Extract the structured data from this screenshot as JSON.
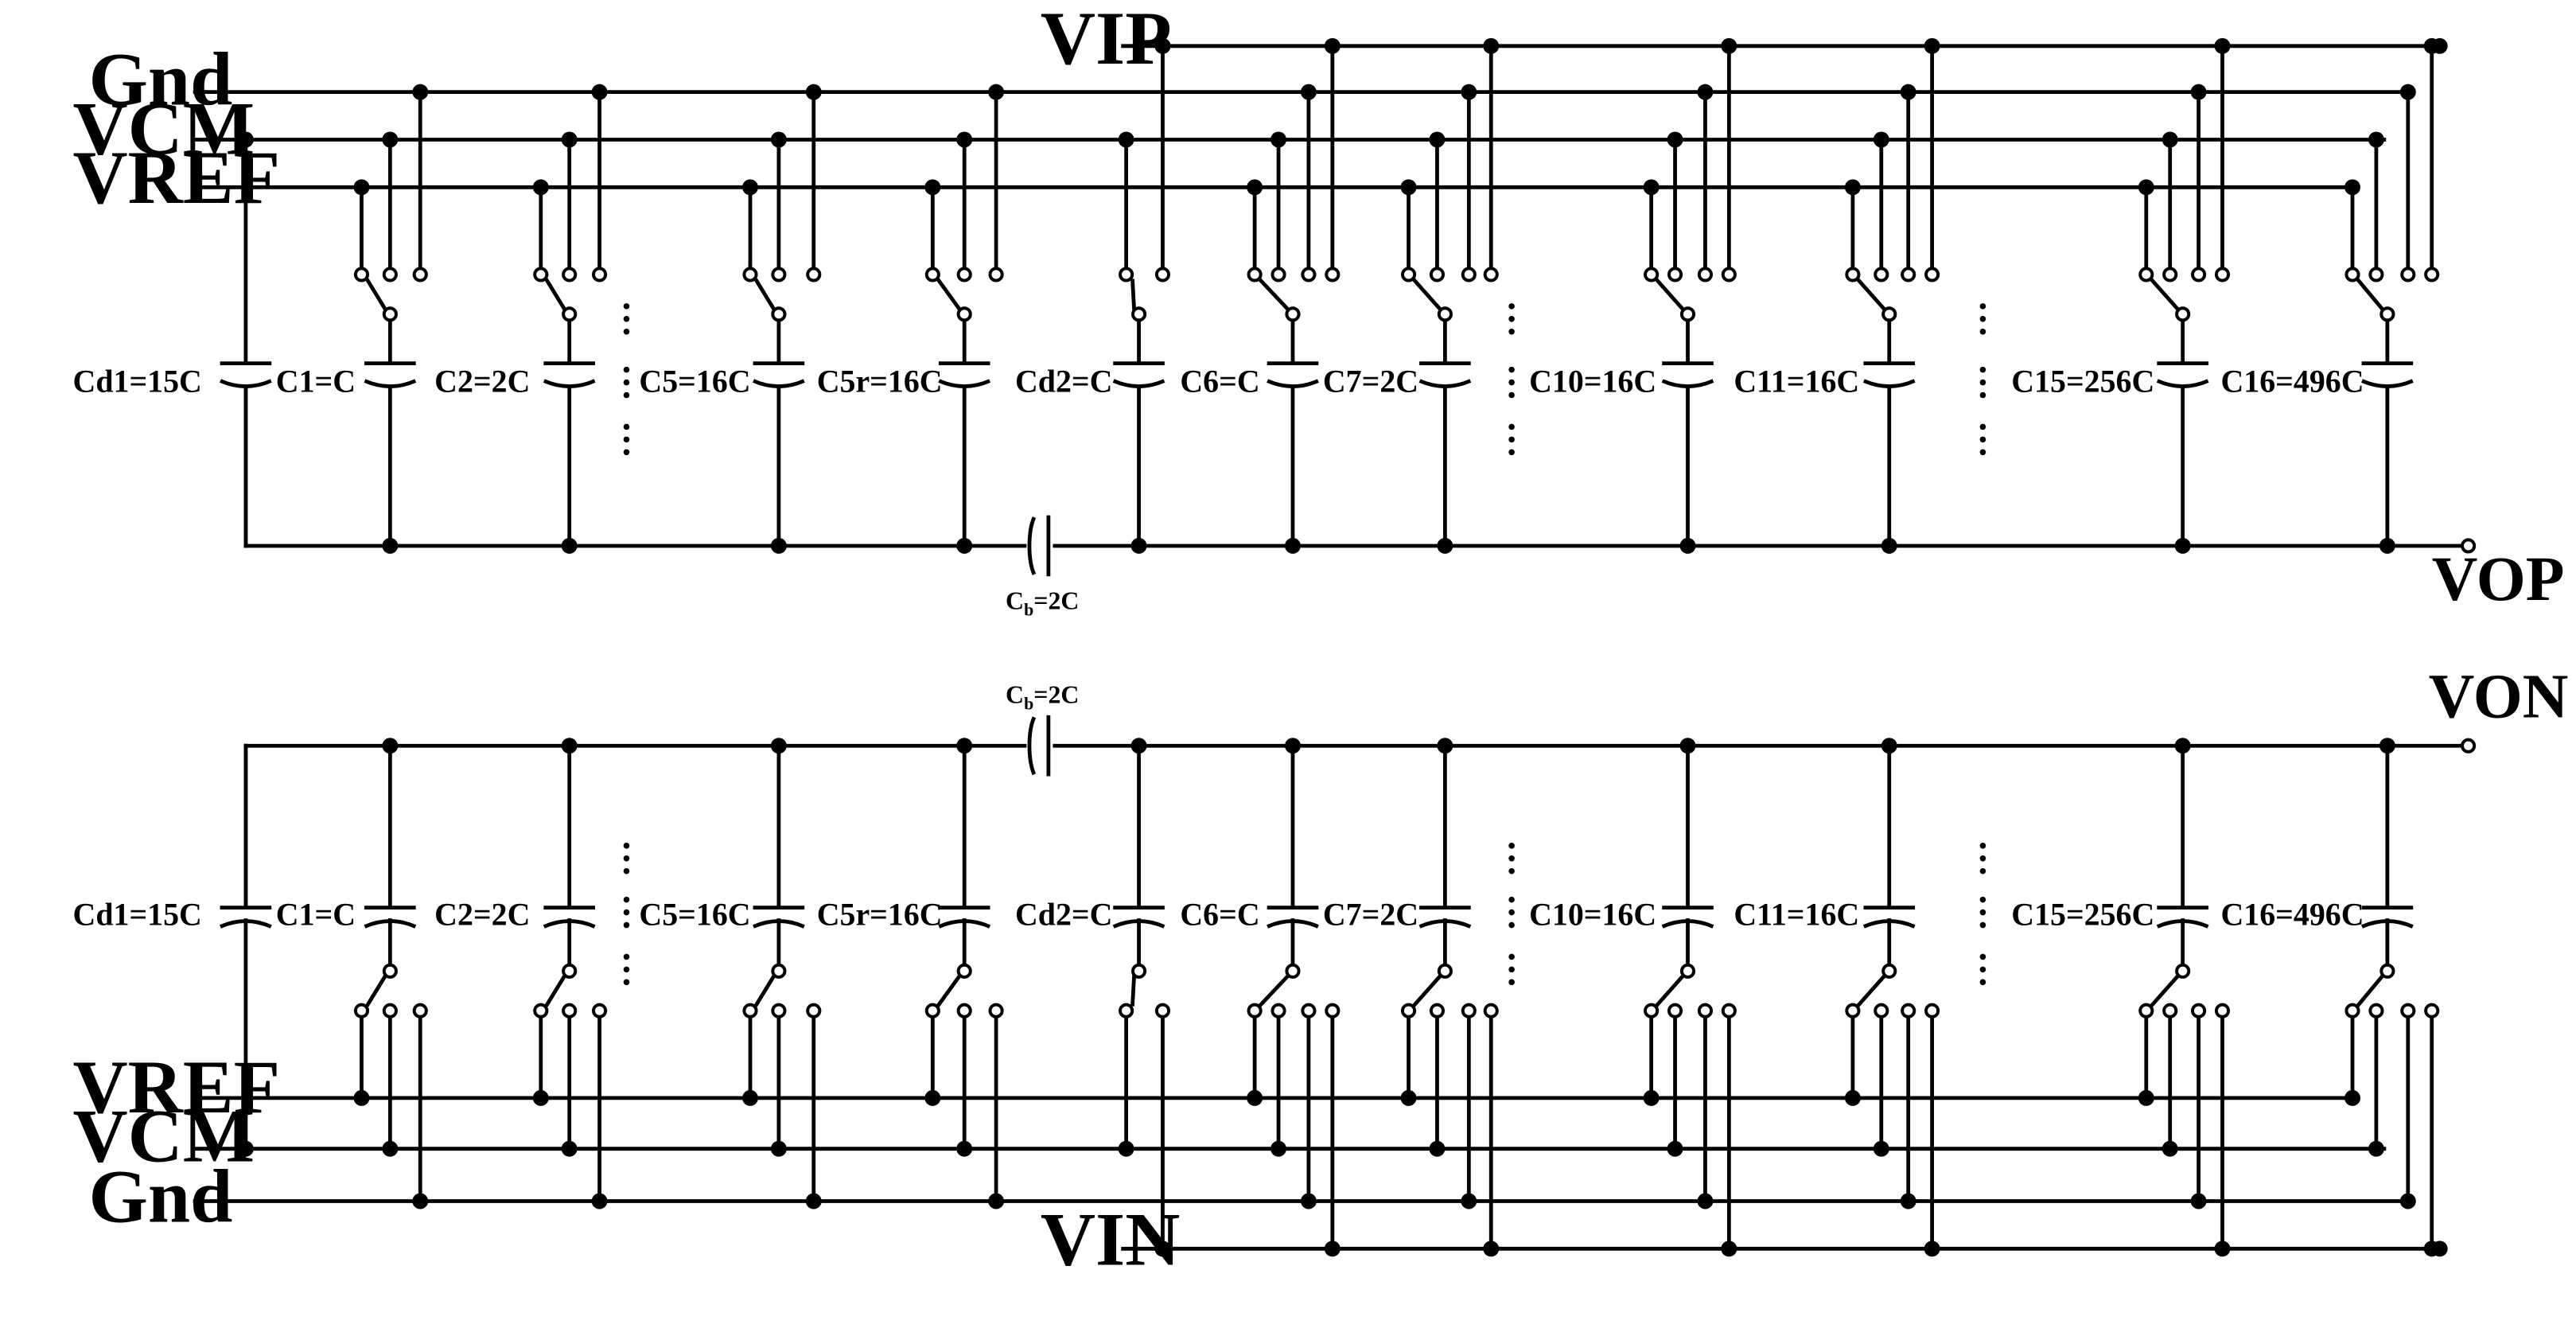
{
  "rails": {
    "vip": "VIP",
    "gnd": "Gnd",
    "vcm": "VCM",
    "vref": "VREF",
    "vin": "VIN"
  },
  "outputs": {
    "vop": "VOP",
    "von": "VON"
  },
  "bridge_cap": {
    "main": "C",
    "subscript": "b",
    "value": "=2C"
  },
  "capacitors": [
    "Cd1=15C",
    "C1=C",
    "C2=2C",
    "C5=16C",
    "C5r=16C",
    "Cd2=C",
    "C6=C",
    "C7=2C",
    "C10=16C",
    "C11=16C",
    "C15=256C",
    "C16=496C"
  ],
  "colors": {
    "line": "#000000",
    "background": "#ffffff"
  }
}
